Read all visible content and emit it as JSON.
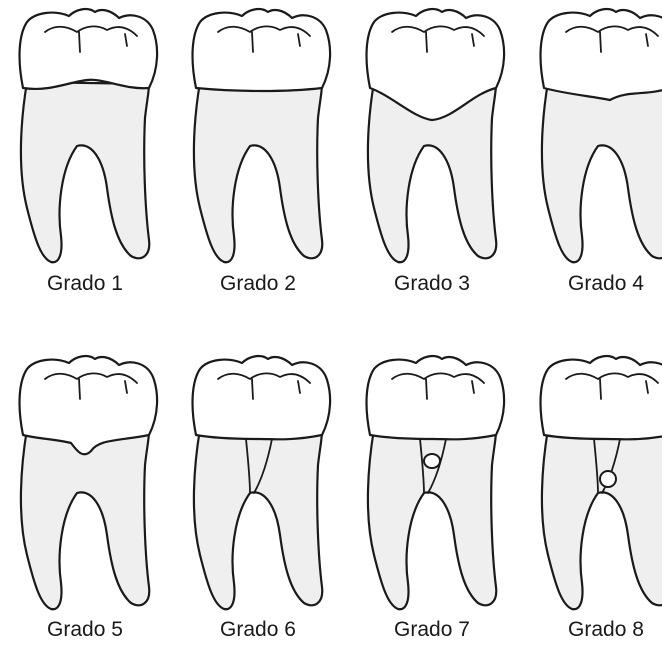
{
  "teeth": [
    {
      "label": "Grado 1",
      "cej": "arc-up"
    },
    {
      "label": "Grado 2",
      "cej": "flat"
    },
    {
      "label": "Grado 3",
      "cej": "dip-deep"
    },
    {
      "label": "Grado 4",
      "cej": "flat-wavy"
    },
    {
      "label": "Grado 5",
      "cej": "notch"
    },
    {
      "label": "Grado 6",
      "cej": "bridge"
    },
    {
      "label": "Grado 7",
      "cej": "bridge-small-hole"
    },
    {
      "label": "Grado 8",
      "cej": "bridge-hole"
    }
  ],
  "colors": {
    "outline": "#1a1a1a",
    "root_fill": "#efefef",
    "crown_fill": "#ffffff"
  }
}
